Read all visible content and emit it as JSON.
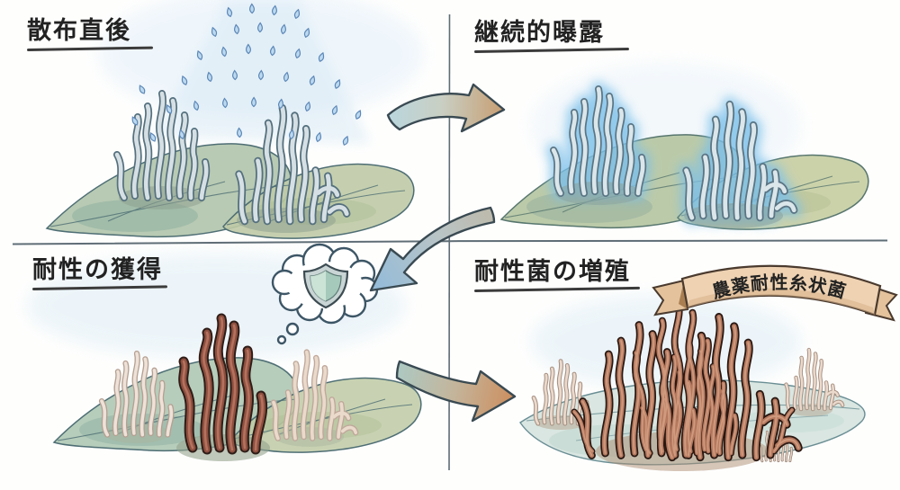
{
  "panels": [
    {
      "id": "after-spray",
      "label": "散布直後"
    },
    {
      "id": "continuous-exposure",
      "label": "継続的曝露"
    },
    {
      "id": "resistance-acquired",
      "label": "耐性の獲得"
    },
    {
      "id": "resistant-proliferation",
      "label": "耐性菌の増殖"
    }
  ],
  "banner": {
    "label": "農薬耐性糸状菌"
  },
  "arrows": [
    {
      "name": "step-1-to-2",
      "direction": "right"
    },
    {
      "name": "step-2-to-3",
      "direction": "down-left"
    },
    {
      "name": "step-3-to-4",
      "direction": "right"
    }
  ],
  "icons": [
    "spray-droplets-icon",
    "thought-bubble-icon",
    "shield-icon",
    "ribbon-banner-icon",
    "curved-arrow-icon"
  ],
  "colors": {
    "fungus_outline_blue": "#55707e",
    "fungus_fill_light": "#d6e0e4",
    "fungus_resistant_red": "#8e4f3f",
    "fungus_pale": "#eee2d8",
    "exposure_glow_blue": "#7cc0ea",
    "leaf_green": "#aec6aa",
    "banner_tan": "#eed2b2",
    "arrow_blue": "#b9d6de",
    "arrow_orange": "#c7935f",
    "divider_gray": "#5f6d76",
    "label_text": "#222222"
  }
}
